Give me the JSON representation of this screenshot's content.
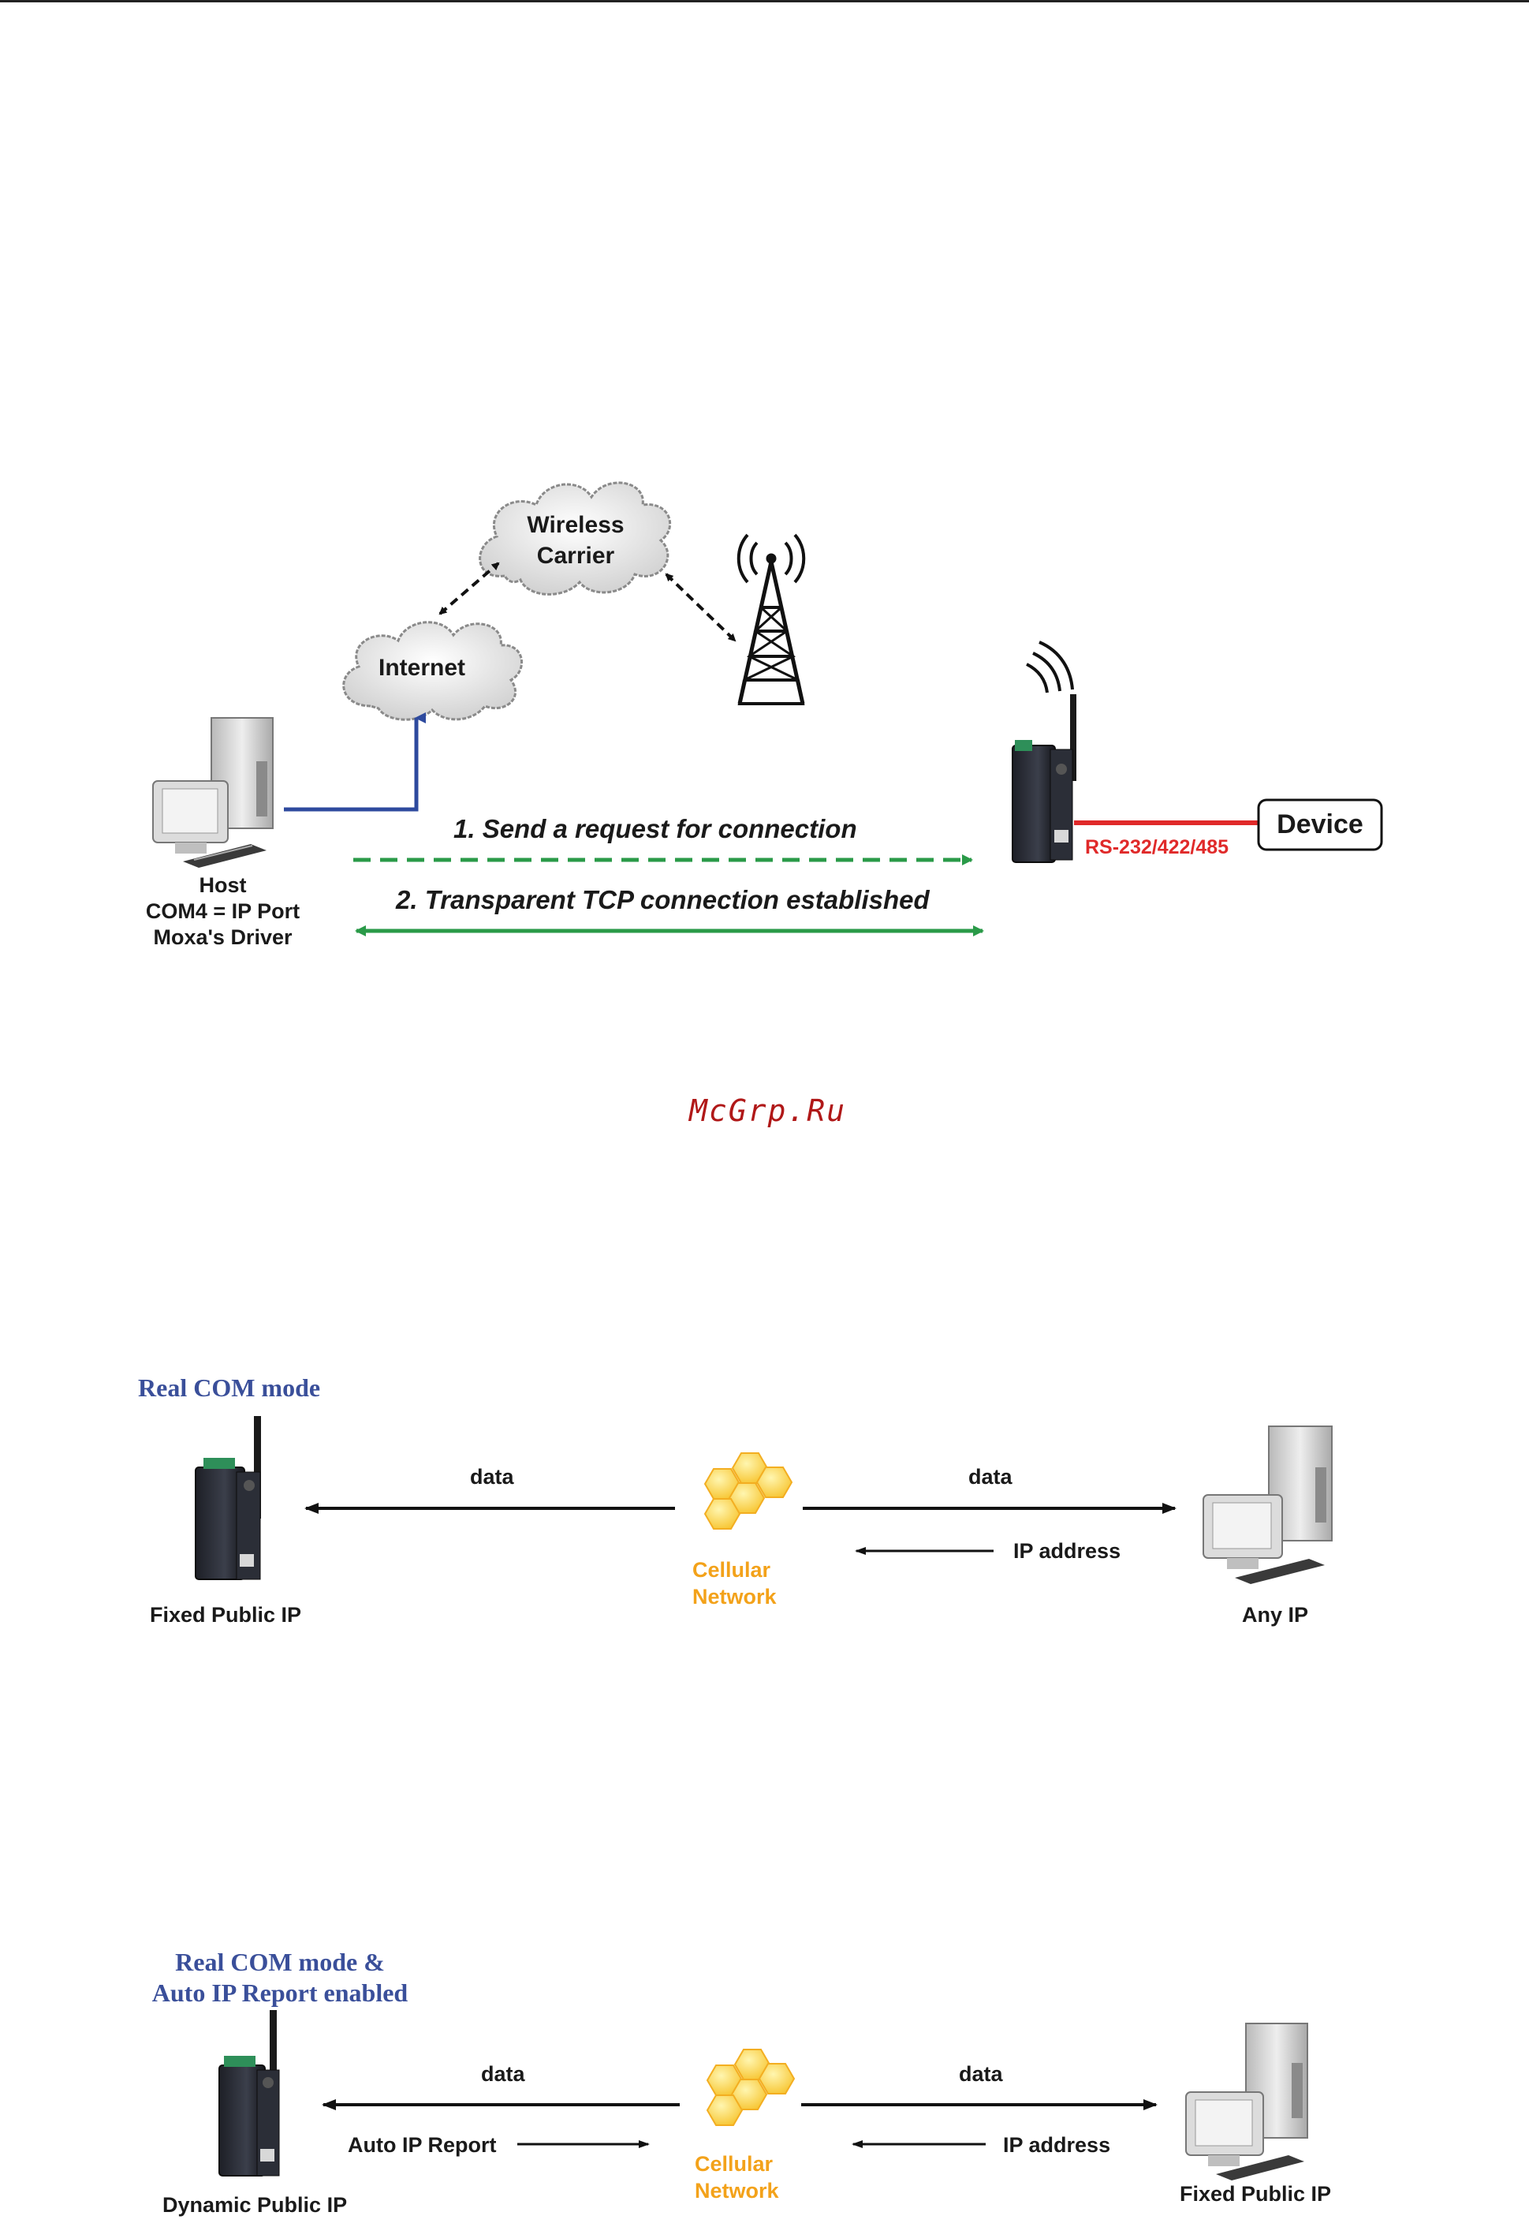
{
  "diagram1": {
    "cloud_wireless_line1": "Wireless",
    "cloud_wireless_line2": "Carrier",
    "cloud_internet": "Internet",
    "host_line1": "Host",
    "host_line2": "COM4 = IP Port",
    "host_line3": "Moxa's Driver",
    "step1": "1. Send a request for connection",
    "step2": "2. Transparent TCP connection established",
    "serial_label": "RS-232/422/485",
    "device": "Device",
    "colors": {
      "host_line": "#2e4a9e",
      "request": "#2a9a48",
      "serial": "#e02a2a"
    }
  },
  "watermark": "McGrp.Ru",
  "diagram2": {
    "title": "Real COM mode",
    "data_left": "data",
    "data_right": "data",
    "ip_address": "IP address",
    "cellular_line1": "Cellular",
    "cellular_line2": "Network",
    "left_caption": "Fixed Public IP",
    "right_caption": "Any IP"
  },
  "diagram3": {
    "title_line1": "Real COM mode &",
    "title_line2": "Auto IP Report enabled",
    "data_left": "data",
    "data_right": "data",
    "auto_ip_report": "Auto IP Report",
    "ip_address": "IP address",
    "cellular_line1": "Cellular",
    "cellular_line2": "Network",
    "left_caption": "Dynamic Public IP",
    "right_caption": "Fixed Public IP"
  }
}
